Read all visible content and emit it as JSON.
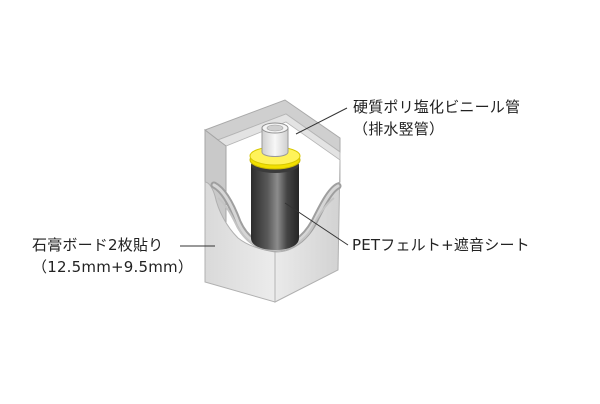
{
  "diagram": {
    "labels": {
      "pipe": {
        "line1": "硬質ポリ塩化ビニール管",
        "line2": "（排水竪管）"
      },
      "insulation": {
        "line1": "PETフェルト+遮音シート"
      },
      "board": {
        "line1": "石膏ボード2枚貼り",
        "line2": "（12.5mm+9.5mm）"
      }
    },
    "colors": {
      "board_fill": "#e6e6e6",
      "board_edge": "#b9b9b9",
      "pipe_dark": "#3a3a3a",
      "pipe_highlight": "#9b9b9b",
      "pvc_pipe": "#e8e8e8",
      "yellow_ring": "#f5e400",
      "leader_line": "#333333"
    }
  }
}
